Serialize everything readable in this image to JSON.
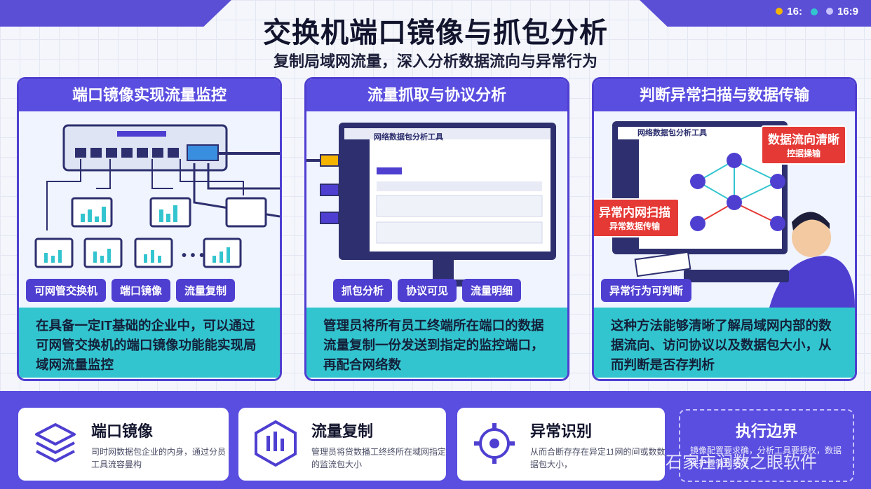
{
  "header": {
    "title": "交换机端口镜像与抓包分析",
    "subtitle": "复制局域网流量，深入分析数据流向与异常行为",
    "ratio_labels": [
      "16:",
      "16:9"
    ]
  },
  "panels": [
    {
      "title": "端口镜像实现流量监控",
      "tags": [
        "可网管交换机",
        "端口镜像",
        "流量复制"
      ],
      "body": "在具备一定IT基础的企业中，可以通过可网管交换机的端口镜像功能能实现局域网流量监控"
    },
    {
      "title": "流量抓取与协议分析",
      "tags": [
        "抓包分析",
        "协议可见",
        "流量明细"
      ],
      "body": "管理员将所有员工终端所在端口的数据流量复制一份发送到指定的监控端口，再配合网络数",
      "screen_title": "网络数据包分析工具"
    },
    {
      "title": "判断异常扫描与数据传输",
      "tags": [
        "异常行为可判断"
      ],
      "body": "这种方法能够清晰了解局域网内部的数据流向、访问协议以及数据包大小，从而判断是否存判析",
      "screen_title": "网络数据包分析工具",
      "callouts": {
        "right_title": "数据流向清晰",
        "right_sub": "控据操输",
        "left_title": "异常内网扫描",
        "left_sub": "异常数据传输"
      }
    }
  ],
  "cards": [
    {
      "title": "端口镜像",
      "desc": "司时网数据包企业的内身，通过分员工具流容曼构"
    },
    {
      "title": "流量复制",
      "desc": "管理员将贷数播工终终所在域网指定的监流包大小"
    },
    {
      "title": "异常识别",
      "desc": "从而合断存存在异定11网的间或数数据包大小，"
    }
  ],
  "exec": {
    "title": "执行边界",
    "desc": "镜像配置要求确，分析工具要授权，数据保护遵循规范定"
  },
  "watermark": "知乎 @石家庄润数之眼软件",
  "colors": {
    "primary": "#5a4ee0",
    "teal": "#33c5cf",
    "alert": "#e53935"
  }
}
